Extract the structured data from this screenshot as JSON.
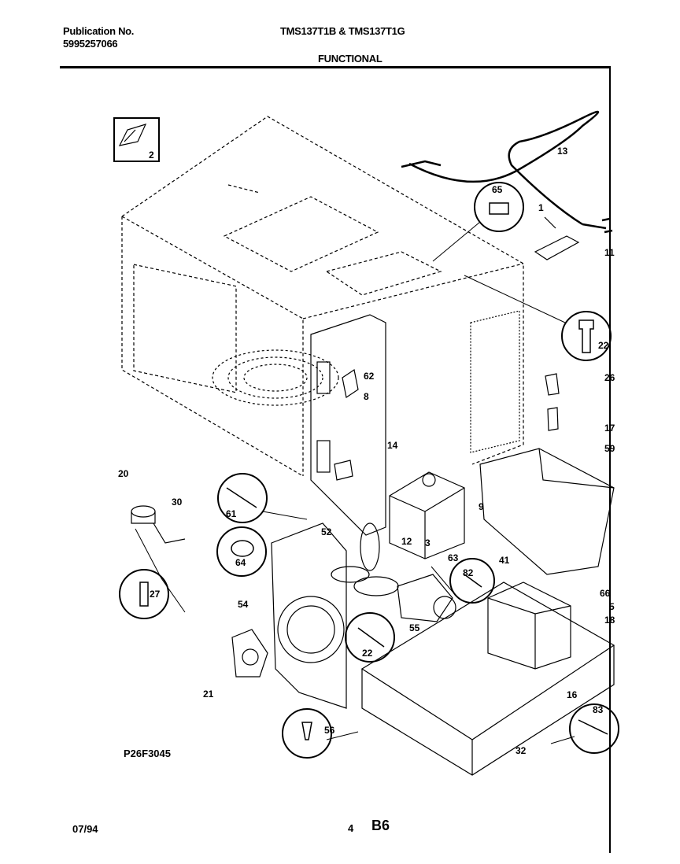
{
  "header": {
    "publication_label": "Publication No.",
    "publication_number": "5995257066",
    "models": "TMS137T1B & TMS137T1G",
    "section": "FUNCTIONAL"
  },
  "footer": {
    "date": "07/94",
    "page_number": "4",
    "page_code": "B6",
    "drawing_code": "P26F3045"
  },
  "callouts": [
    "2",
    "13",
    "65",
    "1",
    "11",
    "22",
    "26",
    "17",
    "59",
    "62",
    "8",
    "14",
    "9",
    "12",
    "3",
    "63",
    "82",
    "41",
    "66",
    "5",
    "18",
    "20",
    "30",
    "61",
    "52",
    "64",
    "54",
    "55",
    "22",
    "27",
    "21",
    "16",
    "83",
    "32",
    "56"
  ]
}
